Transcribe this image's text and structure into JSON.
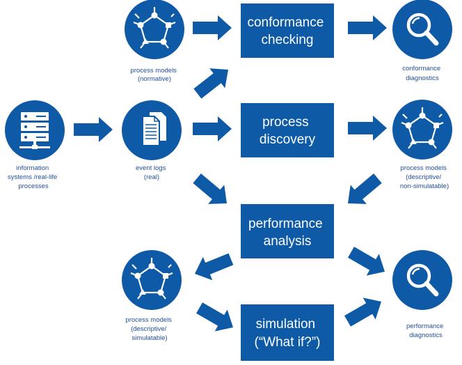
{
  "colors": {
    "primary": "#0e5aa7",
    "label": "#1f4e99",
    "background": "#ffffff"
  },
  "boxes": {
    "conformance": {
      "line1": "conformance",
      "line2": "checking"
    },
    "discovery": {
      "line1": "process",
      "line2": "discovery"
    },
    "performance": {
      "line1": "performance",
      "line2": "analysis"
    },
    "simulation": {
      "line1": "simulation",
      "line2": "(“What if?”)"
    }
  },
  "labels": {
    "normative": {
      "line1": "process models",
      "line2": "(normative)"
    },
    "info_systems": {
      "line1": "information",
      "line2": "systems /real-life",
      "line3": "processes"
    },
    "event_logs": {
      "line1": "event logs",
      "line2": "(real)"
    },
    "conf_diag": {
      "line1": "conformance",
      "line2": "diagnostics"
    },
    "non_sim": {
      "line1": "process models",
      "line2": "(descriptive/",
      "line3": "non-simulatable)"
    },
    "sim_models": {
      "line1": "process models",
      "line2": "(descriptive/",
      "line3": "simulatable)"
    },
    "perf_diag": {
      "line1": "performance",
      "line2": "diagnostics"
    }
  },
  "icons": [
    "process-model-icon",
    "server-icon",
    "document-icon",
    "magnifier-icon",
    "arrow-icon"
  ]
}
